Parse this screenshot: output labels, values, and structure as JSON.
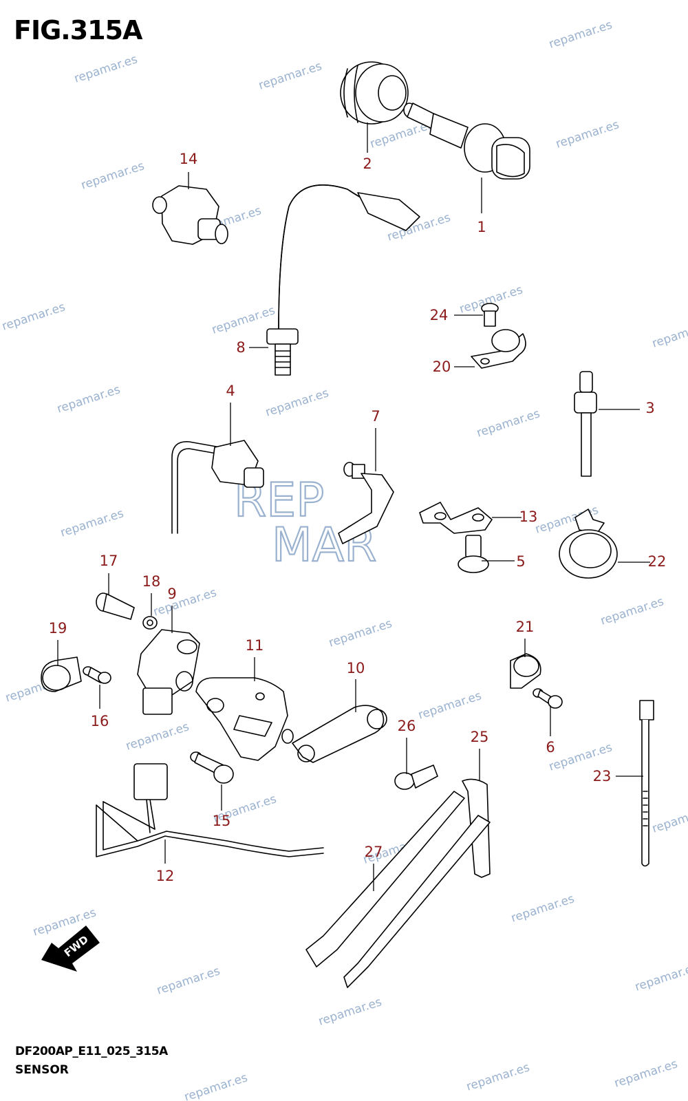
{
  "header": {
    "figure_title": "FIG.315A"
  },
  "footer": {
    "model_code": "DF200AP_E11_025_315A",
    "section_name": "SENSOR"
  },
  "watermark": {
    "text": "repamar.es",
    "logo_text": [
      "REP",
      "MAR"
    ],
    "color": "#9ab2cf"
  },
  "callout_color": "#8b1a1a",
  "diagram": {
    "parts": [
      {
        "id": "part-1",
        "label": "1"
      },
      {
        "id": "part-2",
        "label": "2"
      },
      {
        "id": "part-3",
        "label": "3"
      },
      {
        "id": "part-4",
        "label": "4"
      },
      {
        "id": "part-5",
        "label": "5"
      },
      {
        "id": "part-6",
        "label": "6"
      },
      {
        "id": "part-7",
        "label": "7"
      },
      {
        "id": "part-8",
        "label": "8"
      },
      {
        "id": "part-9",
        "label": "9"
      },
      {
        "id": "part-10",
        "label": "10"
      },
      {
        "id": "part-11",
        "label": "11"
      },
      {
        "id": "part-12",
        "label": "12"
      },
      {
        "id": "part-13",
        "label": "13"
      },
      {
        "id": "part-14",
        "label": "14"
      },
      {
        "id": "part-15",
        "label": "15"
      },
      {
        "id": "part-16",
        "label": "16"
      },
      {
        "id": "part-17",
        "label": "17"
      },
      {
        "id": "part-18",
        "label": "18"
      },
      {
        "id": "part-19",
        "label": "19"
      },
      {
        "id": "part-20",
        "label": "20"
      },
      {
        "id": "part-21",
        "label": "21"
      },
      {
        "id": "part-22",
        "label": "22"
      },
      {
        "id": "part-23",
        "label": "23"
      },
      {
        "id": "part-24",
        "label": "24"
      },
      {
        "id": "part-25",
        "label": "25"
      },
      {
        "id": "part-26",
        "label": "26"
      },
      {
        "id": "part-27",
        "label": "27"
      }
    ],
    "fwd_label": "FWD"
  }
}
